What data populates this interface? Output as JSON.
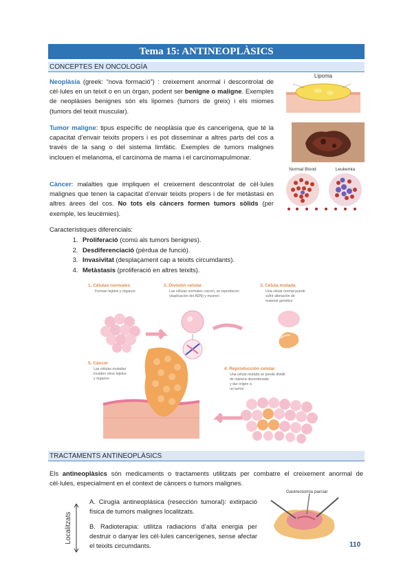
{
  "header": {
    "title": "Tema 15: ANTINEOPLÀSICS"
  },
  "section1": {
    "heading": "CONCEPTES EN ONCOLOGÍA"
  },
  "neoplasia": {
    "term": "Neoplàsia",
    "text_a": " (greek: “nova formació”) : creixement anormal i descontrolat de cèl·lules en un teixit o en un òrgan, podent ser ",
    "bold_a": "benigne o maligne",
    "text_b": ". Exemples de neoplàsies benignes són els lipomes (tumors de greix) i els miomes (tumors del teixit muscular)."
  },
  "tumor": {
    "term": "Tumor maligne",
    "text": ": tipus específic de neoplàsia que és cancerígena, que té la capacitat d’envair teixits propers i es pot disseminar a altres parts del cos a través de la sang o del sistema limfàtic. Exemples de tumors malignes inclouen el melanoma, el carcinoma de mama i el carcinomapulmonar."
  },
  "cancer": {
    "term": "Càncer",
    "text_a": ": malalties que impliquen el creixement descontrolat de cèl·lules malignes que tenen la capacitat d’envair teixits propers i de fer metàstasi en altres àrees del cos. ",
    "bold_a": "No tots els càncers formen tumors sòlids",
    "text_b": " (per exemple, les leucèmies)."
  },
  "features": {
    "intro": "Característiques diferencials:",
    "items": [
      {
        "bold": "Proliferació",
        "rest": " (comú als tumors benignes)."
      },
      {
        "bold": "Desdiferenciació",
        "rest": " (pèrdua de funció)."
      },
      {
        "bold": "Invasivitat",
        "rest": " (desplaçament cap a teixits circumdants)."
      },
      {
        "bold": "Metàstasis",
        "rest": " (proliferació en altres teixits)."
      }
    ]
  },
  "images": {
    "lipoma_title": "Lipoma",
    "normal_blood": "Normal Blood",
    "leukemia": "Leukemia"
  },
  "diagram": {
    "step1_title": "1. Células normales",
    "step1_desc": "Forman tejidos y órganos",
    "step2_title": "2. División celular",
    "step2_desc1": "Las células normales crecen, se reproducen",
    "step2_desc2": "(duplicación del ADN) y mueren",
    "step3_title": "3. Célula mutada",
    "step3_desc1": "Una célula normal puede",
    "step3_desc2": "sufrir alteración de",
    "step3_desc3": "material genético",
    "step4_title": "4. Reproducción celular",
    "step4_desc1": "Una célula mutada se puede dividir",
    "step4_desc2": "de manera desordenada",
    "step4_desc3": "y dar origen a",
    "step4_desc4": "un tumor",
    "step5_title": "5. Cáncer",
    "step5_desc1": "Las células mutadas",
    "step5_desc2": "invaden otros tejidos",
    "step5_desc3": "y órganos"
  },
  "section2": {
    "heading": "TRACTAMENTS ANTINEOPLÀSICS"
  },
  "treatments": {
    "intro_a": "Els ",
    "intro_bold": "antineoplàsics",
    "intro_b": " són medicaments o tractaments utilitzats per combatre el creixement anormal de cèl·lules, especialment en el context de càncers o tumors malignes.",
    "label": "Localitzats",
    "a": "A. Cirugía antineoplásica (resección tumoral): extirpació física de tumors malignes localitzats.",
    "b": "B. Radioterapia: utilitza radiacions d’alta energia per destruir o danyar les cèl·lules cancerígenes, sense afectar el teixits circumdants.",
    "image_caption": "Gastrectomía parcial"
  },
  "page": {
    "number": "110"
  },
  "colors": {
    "accent": "#2f74b5",
    "section_bg": "#dbe7f4"
  }
}
